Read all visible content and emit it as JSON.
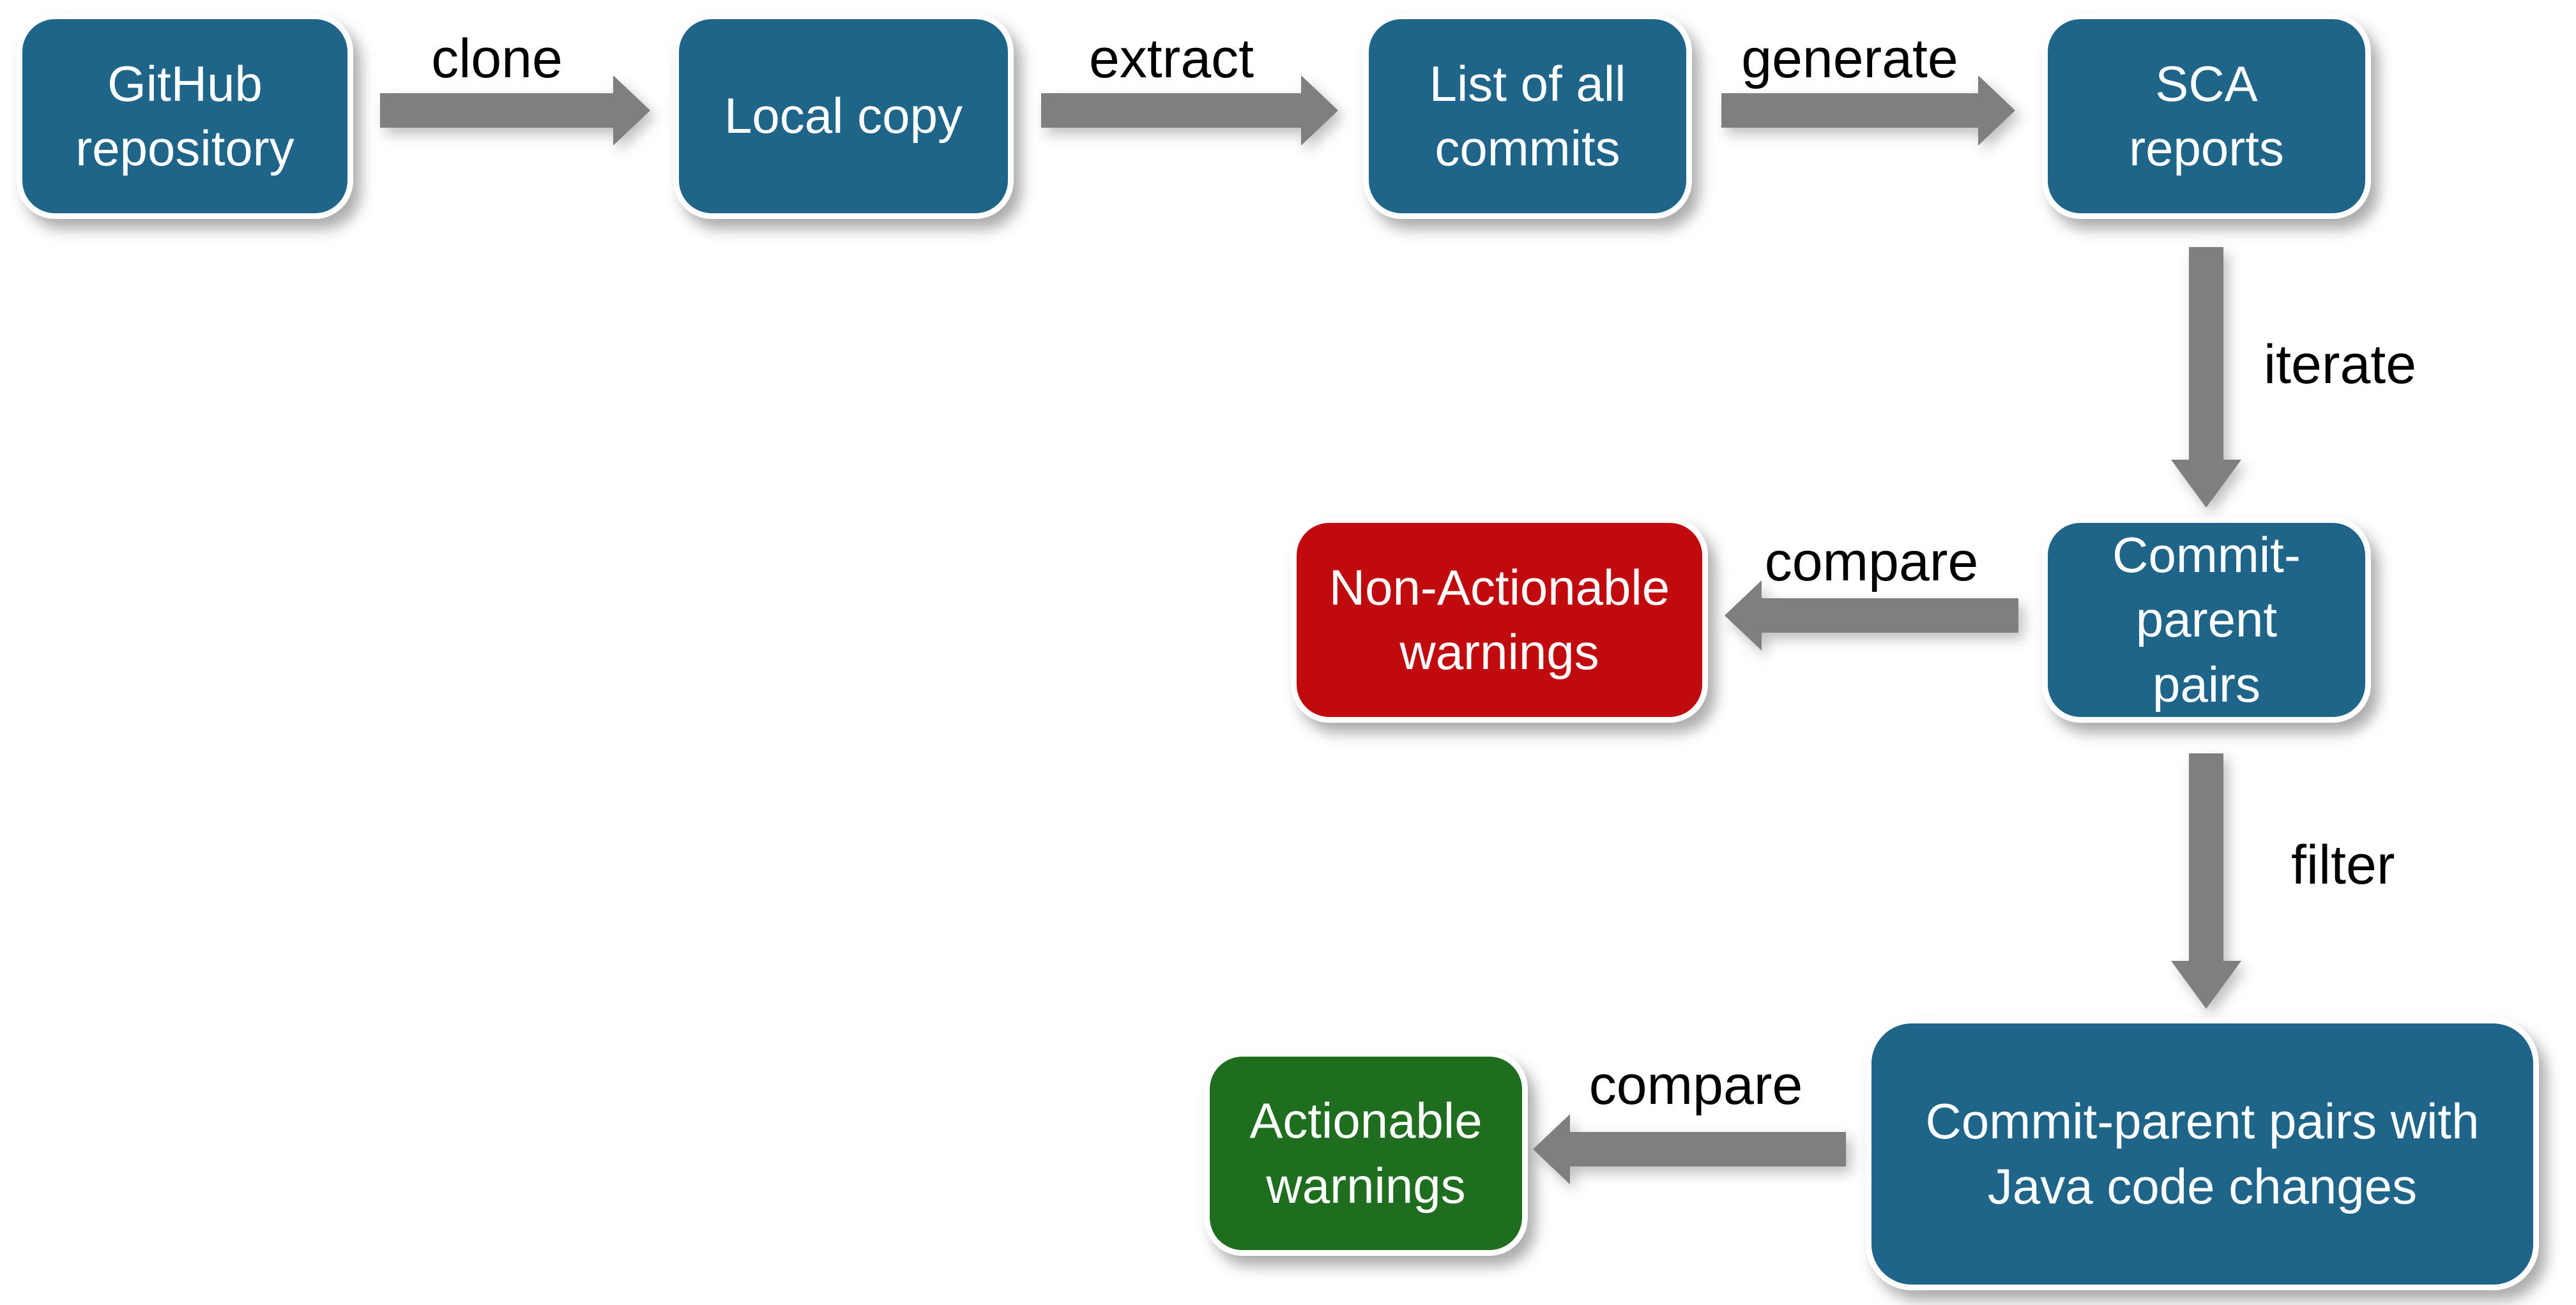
{
  "diagram": {
    "title_hidden": "",
    "colors": {
      "process_fill": "#1f6489",
      "negative_fill": "#c00a0d",
      "positive_fill": "#1f6e20",
      "arrow_fill": "#7f7f7f",
      "node_text": "#ffffff",
      "label_text": "#000000",
      "node_border": "#ffffff",
      "background": "#ffffff"
    },
    "nodes": [
      {
        "id": "github-repository",
        "type": "process",
        "lines": [
          "GitHub",
          "repository"
        ]
      },
      {
        "id": "local-copy",
        "type": "process",
        "lines": [
          "Local copy"
        ]
      },
      {
        "id": "list-of-all-commits",
        "type": "process",
        "lines": [
          "List of all",
          "commits"
        ]
      },
      {
        "id": "sca-reports",
        "type": "process",
        "lines": [
          "SCA",
          "reports"
        ]
      },
      {
        "id": "commit-parent-pairs",
        "type": "process",
        "lines": [
          "Commit-",
          "parent",
          "pairs"
        ]
      },
      {
        "id": "non-actionable-warnings",
        "type": "negative",
        "lines": [
          "Non-Actionable",
          "warnings"
        ]
      },
      {
        "id": "commit-parent-pairs-java",
        "type": "process",
        "lines": [
          "Commit-parent pairs with",
          "Java code changes"
        ]
      },
      {
        "id": "actionable-warnings",
        "type": "positive",
        "lines": [
          "Actionable",
          "warnings"
        ]
      }
    ],
    "edges": [
      {
        "label": "clone",
        "from": "github-repository",
        "to": "local-copy",
        "direction": "right"
      },
      {
        "label": "extract",
        "from": "local-copy",
        "to": "list-of-all-commits",
        "direction": "right"
      },
      {
        "label": "generate",
        "from": "list-of-all-commits",
        "to": "sca-reports",
        "direction": "right"
      },
      {
        "label": "iterate",
        "from": "sca-reports",
        "to": "commit-parent-pairs",
        "direction": "down"
      },
      {
        "label": "compare",
        "from": "commit-parent-pairs",
        "to": "non-actionable-warnings",
        "direction": "left"
      },
      {
        "label": "filter",
        "from": "commit-parent-pairs",
        "to": "commit-parent-pairs-java",
        "direction": "down"
      },
      {
        "label": "compare",
        "from": "commit-parent-pairs-java",
        "to": "actionable-warnings",
        "direction": "left"
      }
    ]
  }
}
